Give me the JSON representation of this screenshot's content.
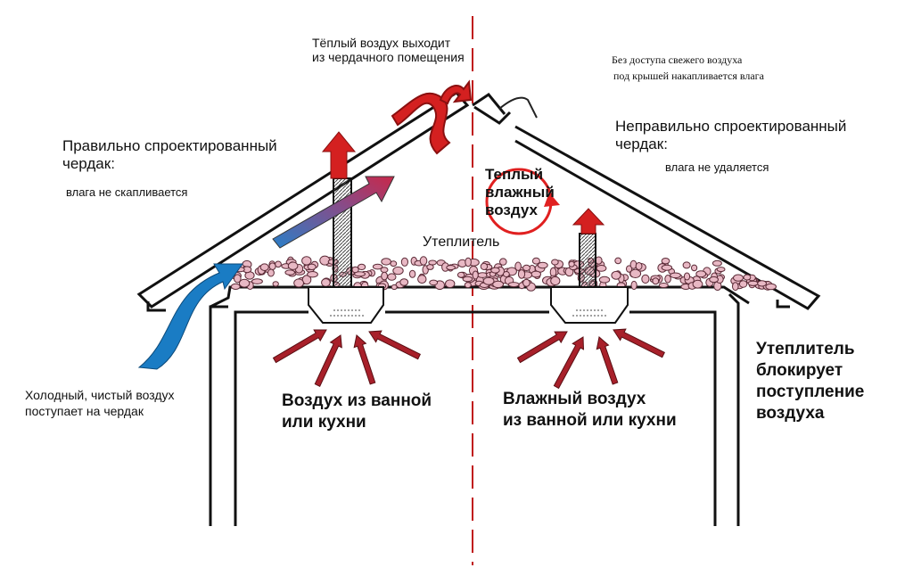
{
  "colors": {
    "outline": "#111111",
    "red_arrow": "#d42020",
    "dark_red_arrow": "#a8202a",
    "blue_arrow": "#1a7cc4",
    "insulation": "#e8b8c4",
    "centerline": "#c01818",
    "circle": "#e02020"
  },
  "labels": {
    "warm_air_exits_line1": "Тёплый воздух выходит",
    "warm_air_exits_line2": "из чердачного помещения",
    "no_fresh_air_line1": "Без доступа свежего воздуха",
    "no_fresh_air_line2": "под крышей накапливается влага",
    "correct_attic_line1": "Правильно спроектированный",
    "correct_attic_line2": "чердак:",
    "moisture_not_accumulating": "влага не скапливается",
    "incorrect_attic_line1": "Неправильно спроектированный",
    "incorrect_attic_line2": "чердак:",
    "moisture_not_removed": "влага не удаляется",
    "warm_humid_air_line1": "Теплый",
    "warm_humid_air_line2": "влажный",
    "warm_humid_air_line3": "воздух",
    "insulation": "Утеплитель",
    "cold_air_line1": "Холодный, чистый воздух",
    "cold_air_line2": "поступает на чердак",
    "bathroom_air_line1": "Воздух из ванной",
    "bathroom_air_line2": "или кухни",
    "humid_bathroom_air_line1": "Влажный воздух",
    "humid_bathroom_air_line2": "из ванной или кухни",
    "insulation_blocks_line1": "Утеплитель",
    "insulation_blocks_line2": "блокирует",
    "insulation_blocks_line3": "поступление",
    "insulation_blocks_line4": "воздуха"
  },
  "icons": [
    "wavy-warm-air-icon",
    "vent-cap-icon",
    "vent-pipe-icon",
    "exhaust-fan-icon",
    "airflow-arrow-icon",
    "moisture-circle-icon"
  ]
}
